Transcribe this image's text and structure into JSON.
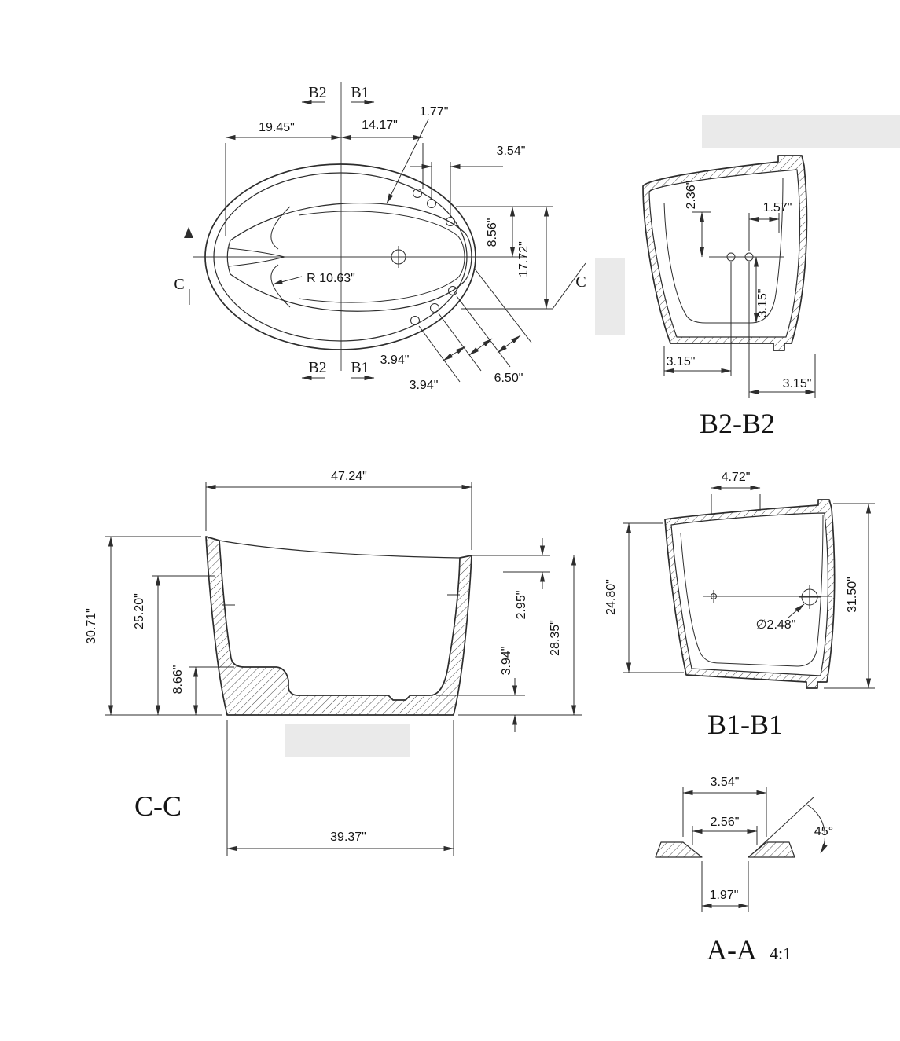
{
  "sheet": {
    "background": "#ffffff",
    "line_color": "#2d2d2d"
  },
  "top_view": {
    "section_b2_top": "B2",
    "section_b1_top": "B1",
    "section_b2_bottom": "B2",
    "section_b1_bottom": "B1",
    "section_c_left": "C",
    "section_c_right": "C",
    "dim_19_45": "19.45\"",
    "dim_14_17": "14.17\"",
    "dim_1_77": "1.77\"",
    "dim_3_54": "3.54\"",
    "dim_8_56": "8.56\"",
    "dim_17_72": "17.72\"",
    "radius": "R 10.63\"",
    "dim_3_94_a": "3.94\"",
    "dim_3_94_b": "3.94\"",
    "dim_6_50": "6.50\""
  },
  "section_b2b2": {
    "title": "B2-B2",
    "dim_2_36": "2.36\"",
    "dim_1_57": "1.57\"",
    "dim_3_15_vertical": "3.15\"",
    "dim_3_15_bottom_left": "3.15\"",
    "dim_3_15_bottom_right": "3.15\""
  },
  "section_cc": {
    "title": "C-C",
    "dim_47_24": "47.24\"",
    "dim_30_71": "30.71\"",
    "dim_25_20": "25.20\"",
    "dim_8_66": "8.66\"",
    "dim_2_95": "2.95\"",
    "dim_3_94": "3.94\"",
    "dim_28_35": "28.35\"",
    "dim_39_37": "39.37\""
  },
  "section_b1b1": {
    "title": "B1-B1",
    "dim_4_72": "4.72\"",
    "dim_24_80": "24.80\"",
    "dim_31_50": "31.50\"",
    "dim_diameter_2_48": "∅2.48\""
  },
  "detail_aa": {
    "title": "A-A",
    "scale": "4:1",
    "dim_3_54": "3.54\"",
    "dim_2_56": "2.56\"",
    "angle_45": "45°",
    "dim_1_97": "1.97\""
  }
}
